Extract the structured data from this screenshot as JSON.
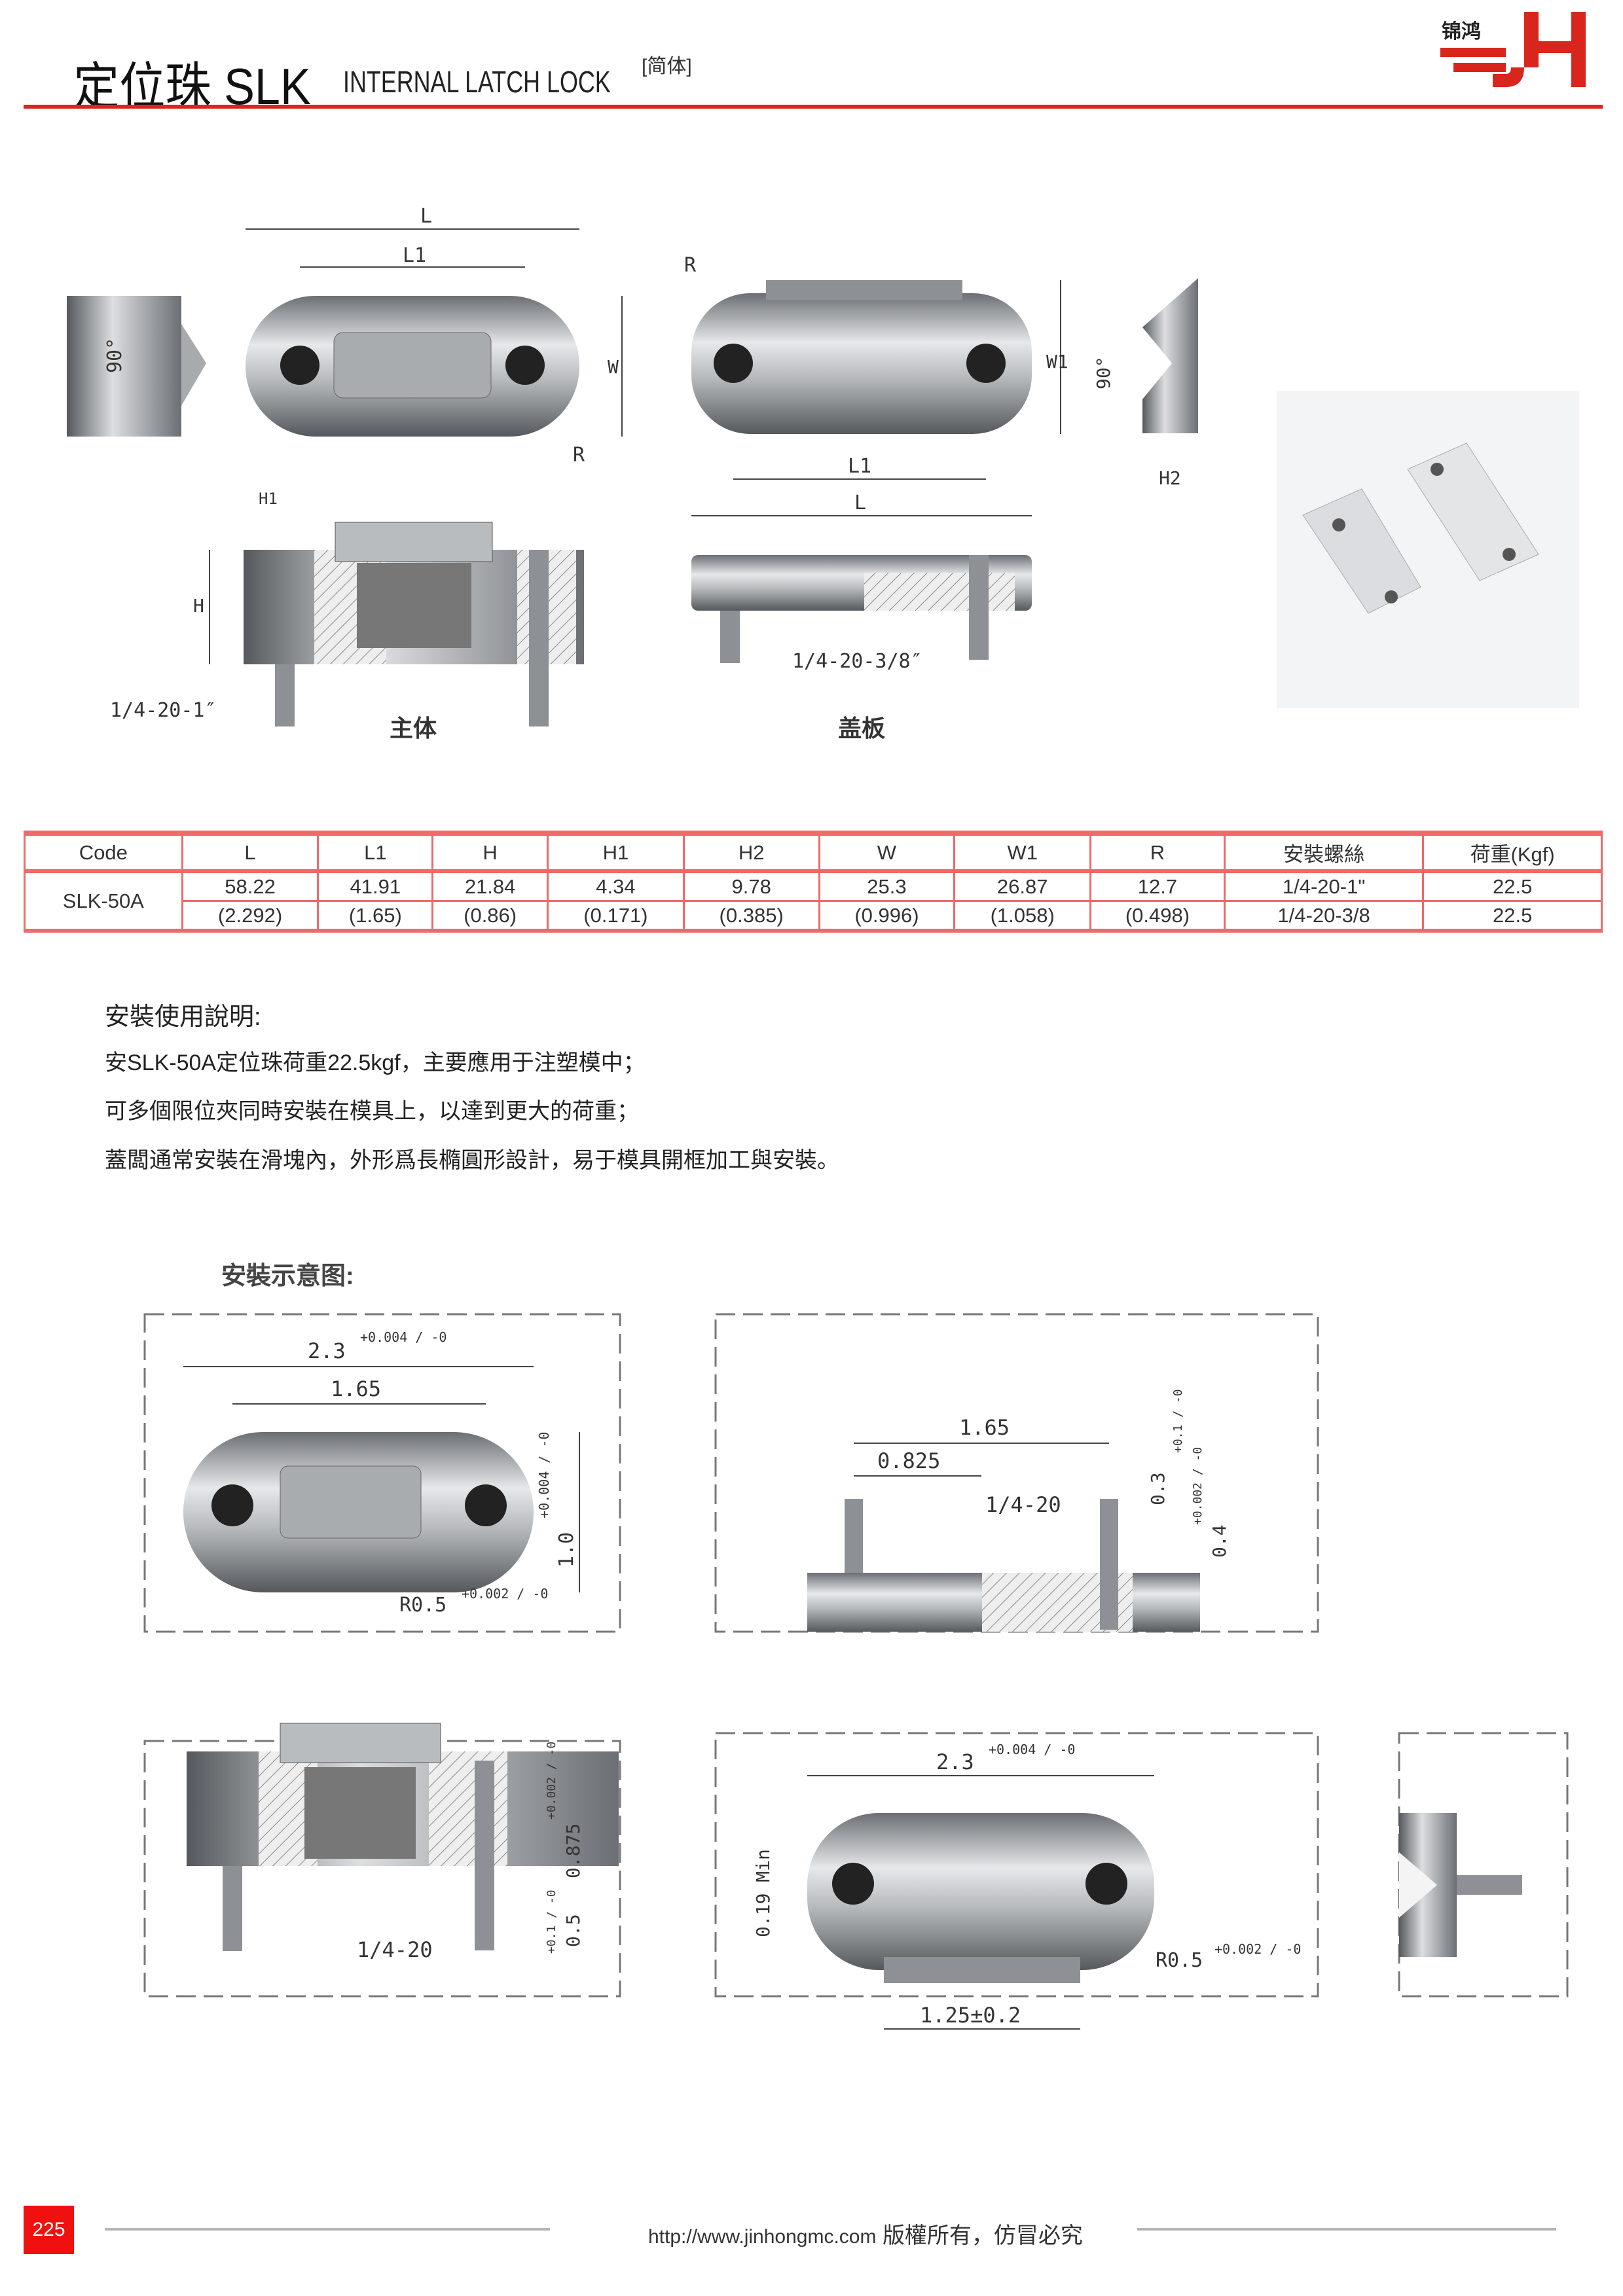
{
  "header": {
    "title": "定位珠 SLK",
    "subtitle": "INTERNAL LATCH LOCK",
    "tag": "[简体]",
    "logo_text": "锦鸿 JH"
  },
  "drawings": {
    "main_body_label": "主体",
    "cover_label": "盖板",
    "dims": {
      "L": "L",
      "L1": "L1",
      "W": "W",
      "W1": "W1",
      "R": "R",
      "H": "H",
      "H1": "H1",
      "H2": "H2",
      "angle": "90°"
    },
    "screw_main": "1/4-20-1″",
    "screw_cover": "1/4-20-3/8″"
  },
  "table": {
    "headers": [
      "Code",
      "L",
      "L1",
      "H",
      "H1",
      "H2",
      "W",
      "W1",
      "R",
      "安裝螺絲",
      "荷重(Kgf)"
    ],
    "code": "SLK-50A",
    "rows": [
      [
        "58.22",
        "41.91",
        "21.84",
        "4.34",
        "9.78",
        "25.3",
        "26.87",
        "12.7",
        "1/4-20-1\"",
        "22.5"
      ],
      [
        "(2.292)",
        "(1.65)",
        "(0.86)",
        "(0.171)",
        "(0.385)",
        "(0.996)",
        "(1.058)",
        "(0.498)",
        "1/4-20-3/8",
        "22.5"
      ]
    ]
  },
  "instructions": {
    "heading": "安裝使用說明:",
    "lines": [
      "安SLK-50A定位珠荷重22.5kgf，主要應用于注塑模中；",
      "可多個限位夾同時安裝在模具上，以達到更大的荷重；",
      "蓋闆通常安裝在滑塊內，外形爲長橢圓形設計，易于模具開框加工與安裝。"
    ]
  },
  "install": {
    "heading": "安裝示意图:",
    "d1": {
      "a": "2.3",
      "a_tol": "+0.004 / -0",
      "b": "1.65",
      "c": "1.0",
      "c_tol": "+0.004 / -0",
      "r": "R0.5",
      "r_tol": "+0.002 / -0"
    },
    "d2": {
      "a": "1.65",
      "b": "0.825",
      "thread": "1/4-20",
      "c": "0.3",
      "c_tol": "+0.1 / -0",
      "d": "0.4",
      "d_tol": "+0.002 / -0"
    },
    "d3": {
      "a": "0.875",
      "a_tol": "+0.002 / -0",
      "b": "0.5",
      "b_tol": "+0.1 / -0",
      "thread": "1/4-20"
    },
    "d4": {
      "a": "2.3",
      "a_tol": "+0.004 / -0",
      "min": "0.19 Min",
      "r": "R0.5",
      "r_tol": "+0.002 / -0",
      "b": "1.25±0.2"
    }
  },
  "footer": {
    "url": "http://www.jinhongmc.com",
    "copyright": "版權所有，仿冒必究",
    "page": "225"
  },
  "colors": {
    "accent": "#d9261c",
    "table_border": "#ef6a6a",
    "page_badge": "#f01010"
  }
}
